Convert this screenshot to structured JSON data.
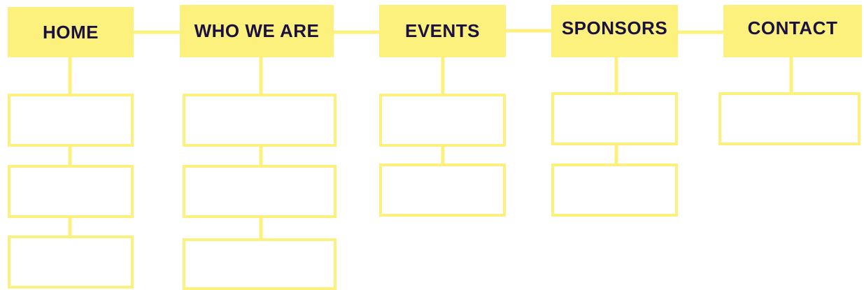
{
  "colors": {
    "accent": "#fbf17c",
    "text": "#1a1140"
  },
  "nav": [
    {
      "id": "home",
      "label": "HOME",
      "children": 3
    },
    {
      "id": "who-we-are",
      "label": "WHO WE ARE",
      "children": 3
    },
    {
      "id": "events",
      "label": "EVENTS",
      "children": 2
    },
    {
      "id": "sponsors",
      "label": "SPONSORS",
      "children": 2
    },
    {
      "id": "contact",
      "label": "CONTACT",
      "children": 1
    }
  ]
}
